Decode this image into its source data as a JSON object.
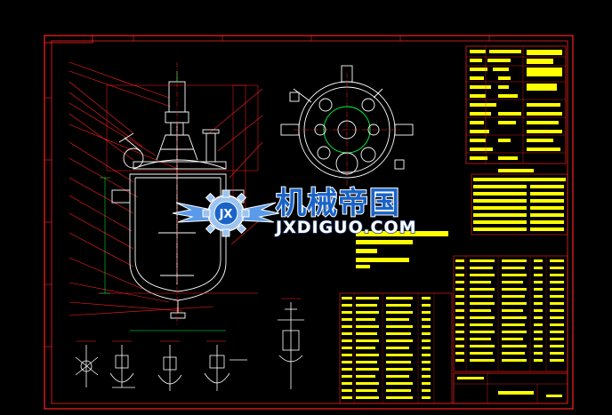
{
  "watermark": {
    "title": "机械帝国",
    "subtitle": "JXDIGUO.COM",
    "badge": "JX"
  },
  "colors": {
    "background": "#000000",
    "frame": "#ff2020",
    "geometry": "#ffffff",
    "table_fill": "#ffff00",
    "accent_green": "#00ff40",
    "watermark_blue": "#1a64c8"
  },
  "icons": [
    "gear-logo-icon",
    "wing-icon"
  ]
}
